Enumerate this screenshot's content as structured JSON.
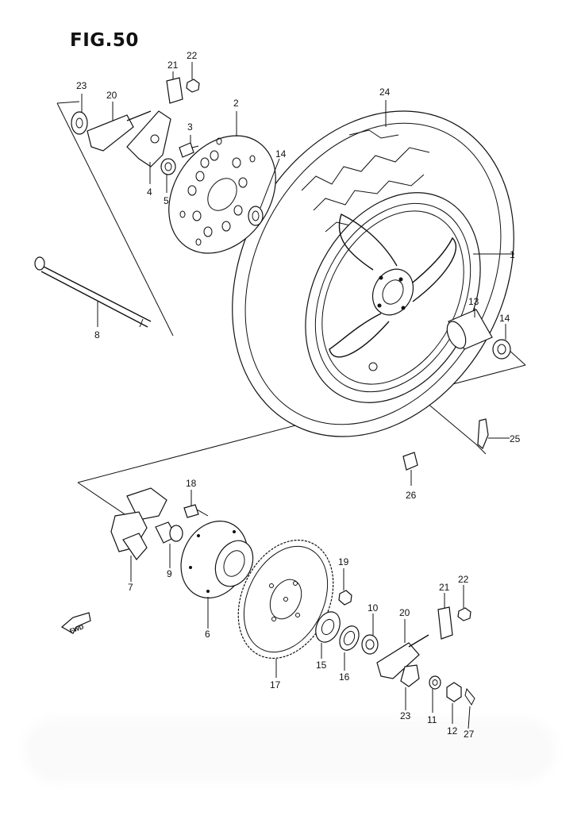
{
  "figure": {
    "title": "FIG.50"
  },
  "callouts": [
    {
      "id": "1",
      "text": "1"
    },
    {
      "id": "2",
      "text": "2"
    },
    {
      "id": "3",
      "text": "3"
    },
    {
      "id": "4",
      "text": "4"
    },
    {
      "id": "5",
      "text": "5"
    },
    {
      "id": "6",
      "text": "6"
    },
    {
      "id": "7",
      "text": "7"
    },
    {
      "id": "8",
      "text": "8"
    },
    {
      "id": "9",
      "text": "9"
    },
    {
      "id": "10",
      "text": "10"
    },
    {
      "id": "11",
      "text": "11"
    },
    {
      "id": "12",
      "text": "12"
    },
    {
      "id": "13",
      "text": "13"
    },
    {
      "id": "14a",
      "text": "14"
    },
    {
      "id": "14b",
      "text": "14"
    },
    {
      "id": "15",
      "text": "15"
    },
    {
      "id": "16",
      "text": "16"
    },
    {
      "id": "17",
      "text": "17"
    },
    {
      "id": "18",
      "text": "18"
    },
    {
      "id": "19",
      "text": "19"
    },
    {
      "id": "20a",
      "text": "20"
    },
    {
      "id": "20b",
      "text": "20"
    },
    {
      "id": "21a",
      "text": "21"
    },
    {
      "id": "21b",
      "text": "21"
    },
    {
      "id": "22a",
      "text": "22"
    },
    {
      "id": "22b",
      "text": "22"
    },
    {
      "id": "23a",
      "text": "23"
    },
    {
      "id": "23b",
      "text": "23"
    },
    {
      "id": "24",
      "text": "24"
    },
    {
      "id": "25",
      "text": "25"
    },
    {
      "id": "26",
      "text": "26"
    },
    {
      "id": "27",
      "text": "27"
    }
  ],
  "direction_marker": {
    "text": "FWD"
  }
}
